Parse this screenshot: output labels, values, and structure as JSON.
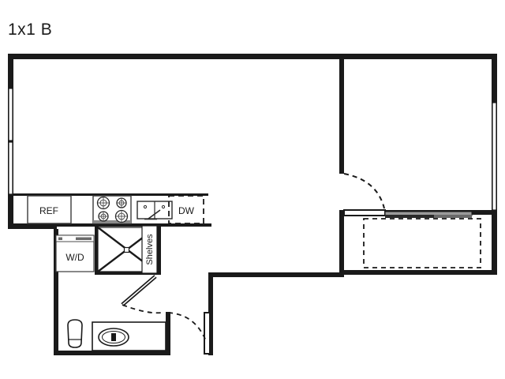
{
  "plan": {
    "title": "1x1 B",
    "unit_type": "one bedroom one bath apartment floor plan",
    "colors": {
      "wall": "#1a1a1a",
      "fixture_line": "#3a3a3a",
      "background": "#ffffff",
      "window_fill": "#ffffff",
      "door_swing": "#1a1a1a",
      "text": "#1a1a1a"
    }
  },
  "labels": {
    "refrigerator": "REF",
    "dishwasher": "DW",
    "washer_dryer": "W/D",
    "shelves": "Shelves"
  },
  "rooms": [
    {
      "name": "living-dining",
      "label": ""
    },
    {
      "name": "bedroom",
      "label": ""
    },
    {
      "name": "kitchen",
      "label": ""
    },
    {
      "name": "bathroom",
      "label": ""
    },
    {
      "name": "laundry-hall",
      "label": ""
    },
    {
      "name": "bedroom-closet",
      "label": ""
    }
  ],
  "fixtures": [
    {
      "name": "refrigerator",
      "label": "REF"
    },
    {
      "name": "range-cooktop",
      "label": "",
      "burners": 4
    },
    {
      "name": "kitchen-sink",
      "label": "",
      "basins": 2
    },
    {
      "name": "dishwasher",
      "label": "DW"
    },
    {
      "name": "washer-dryer",
      "label": "W/D"
    },
    {
      "name": "linen-closet",
      "label": ""
    },
    {
      "name": "shelves-closet",
      "label": "Shelves"
    },
    {
      "name": "toilet",
      "label": ""
    },
    {
      "name": "bathroom-vanity",
      "label": ""
    },
    {
      "name": "bedroom-closet-shelf",
      "label": ""
    }
  ],
  "openings": [
    {
      "name": "living-window-upper",
      "type": "window"
    },
    {
      "name": "living-window-lower",
      "type": "window"
    },
    {
      "name": "bedroom-window",
      "type": "window"
    },
    {
      "name": "bedroom-door",
      "type": "swing-door"
    },
    {
      "name": "bathroom-door",
      "type": "swing-door"
    },
    {
      "name": "hall-closet-door",
      "type": "swing-door"
    },
    {
      "name": "bedroom-closet-doors",
      "type": "sliding-door"
    }
  ]
}
